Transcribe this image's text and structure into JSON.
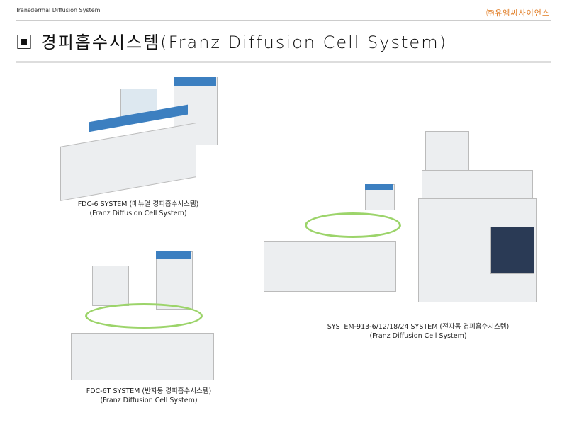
{
  "header": {
    "section": "Transdermal Diffusion System",
    "company": "㈜유엠씨사이언스"
  },
  "title": {
    "bullet": "▣",
    "text": "경피흡수시스템(Franz Diffusion Cell System)"
  },
  "products": [
    {
      "name": "FDC-6 SYSTEM (매뉴얼 경피흡수시스템)",
      "subtitle": "(Franz Diffusion Cell System)"
    },
    {
      "name": "FDC-6T SYSTEM (반자동 경피흡수시스템)",
      "subtitle": "(Franz Diffusion Cell System)"
    },
    {
      "name": "SYSTEM-913-6/12/18/24 SYSTEM (전자동 경피흡수시스템)",
      "subtitle": "(Franz Diffusion Cell System)"
    }
  ],
  "colors": {
    "accent": "#e07a20",
    "device_blue": "#3c7fc0"
  }
}
